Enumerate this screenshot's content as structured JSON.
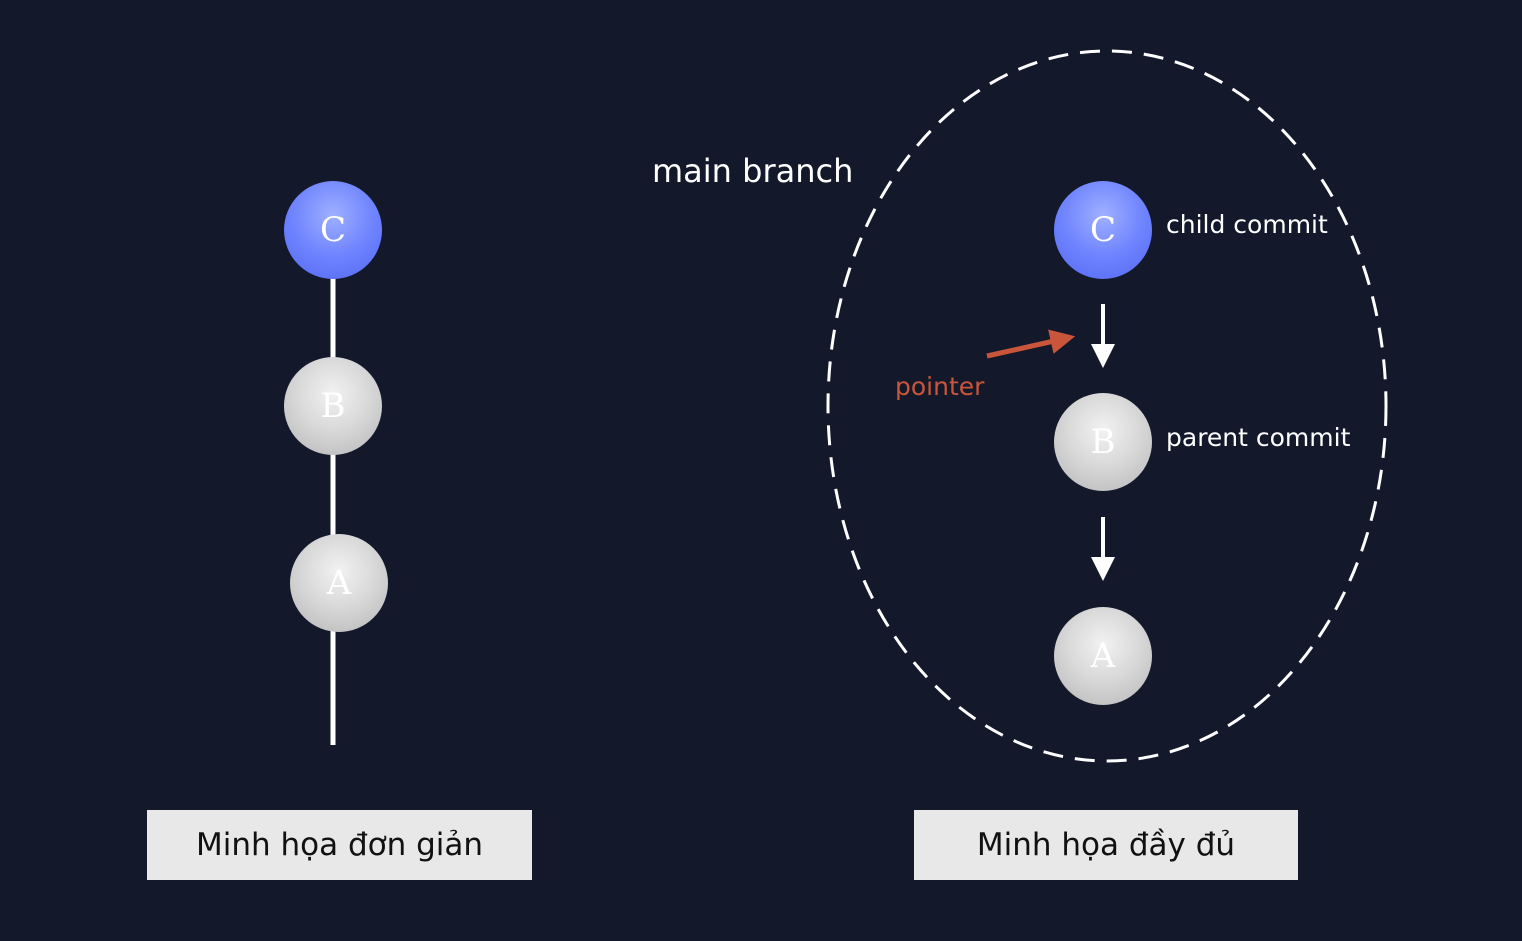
{
  "simple": {
    "nodes": [
      "C",
      "B",
      "A"
    ],
    "caption": "Minh họa đơn giản"
  },
  "full": {
    "branch_label": "main branch",
    "nodes": [
      "C",
      "B",
      "A"
    ],
    "child_label": "child commit",
    "parent_label": "parent commit",
    "pointer_label": "pointer",
    "caption": "Minh họa đầy đủ"
  },
  "colors": {
    "background": "#13182b",
    "commit_head": "#6f84ff",
    "commit": "#d9d9d9",
    "pointer": "#c9563a",
    "caption_box": "#e8e8e8"
  }
}
